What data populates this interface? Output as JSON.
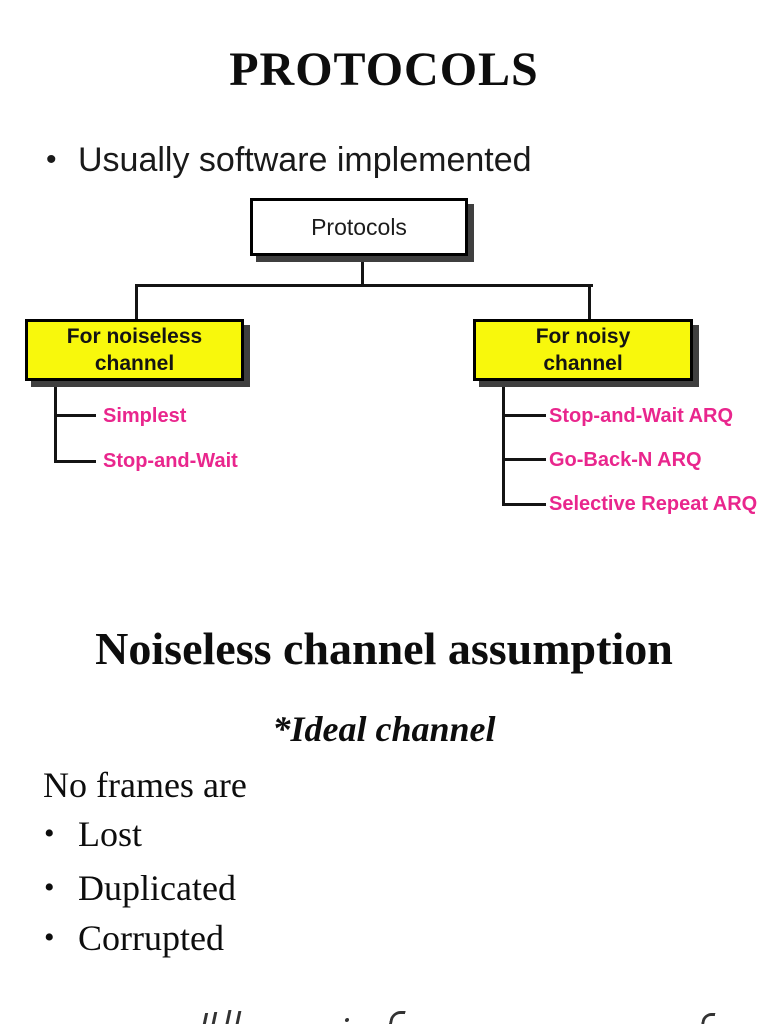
{
  "slide1": {
    "title": "PROTOCOLS",
    "bullet_glyph": "•",
    "bullet": "Usually software implemented",
    "diagram": {
      "root_label": "Protocols",
      "left_box_line1": "For noiseless",
      "left_box_line2": "channel",
      "right_box_line1": "For noisy",
      "right_box_line2": "channel",
      "left_children": [
        "Simplest",
        "Stop-and-Wait"
      ],
      "right_children": [
        "Stop-and-Wait ARQ",
        "Go-Back-N ARQ",
        "Selective Repeat ARQ"
      ],
      "colors": {
        "box_fill_yellow": "#F8F80C",
        "leaf_text_pink": "#E9268D",
        "line_black": "#141414",
        "shadow_gray": "#3F3F3F"
      }
    }
  },
  "slide2": {
    "title": "Noiseless channel assumption",
    "subtitle": "*Ideal channel",
    "lead": "No frames are",
    "bullet_glyph": "•",
    "bullets": [
      "Lost",
      "Duplicated",
      "Corrupted"
    ]
  }
}
